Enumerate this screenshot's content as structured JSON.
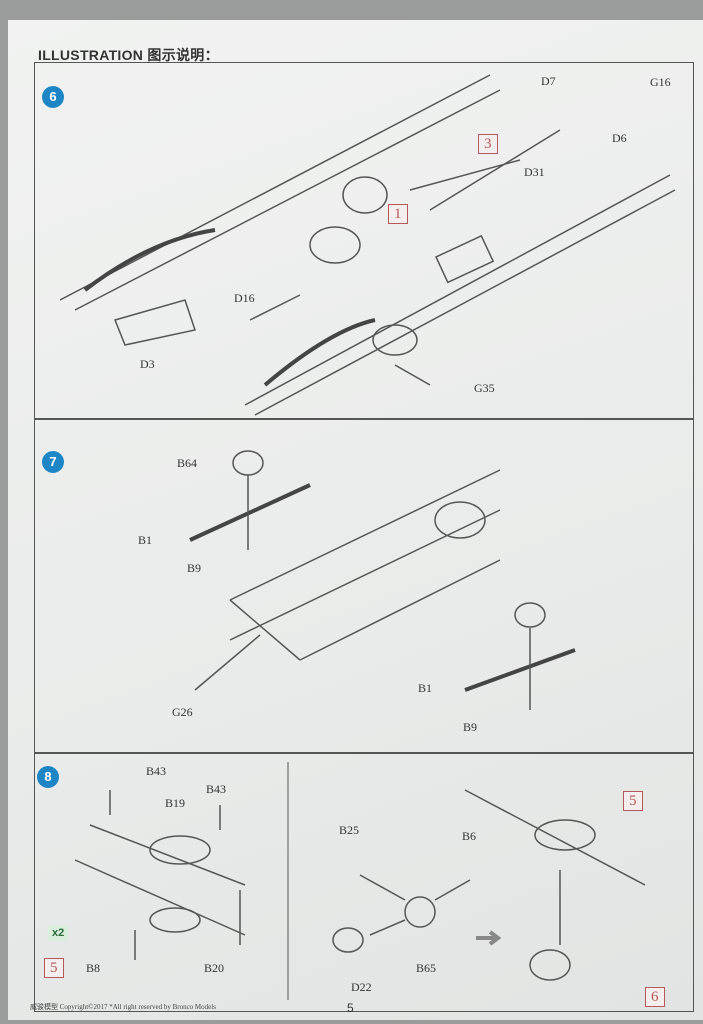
{
  "header": {
    "title": "ILLUSTRATION 图示说明："
  },
  "steps": [
    {
      "number": "6",
      "parts": {
        "d7": "D7",
        "g16": "G16",
        "d6": "D6",
        "d31": "D31",
        "d16": "D16",
        "d3": "D3",
        "g35": "G35"
      },
      "refs": {
        "r3": "3",
        "r1": "1"
      }
    },
    {
      "number": "7",
      "parts": {
        "b64": "B64",
        "b1a": "B1",
        "b9a": "B9",
        "g26": "G26",
        "b1b": "B1",
        "b9b": "B9"
      }
    },
    {
      "number": "8",
      "parts": {
        "b43a": "B43",
        "b19": "B19",
        "b43b": "B43",
        "b8": "B8",
        "b20": "B20",
        "b25": "B25",
        "b6": "B6",
        "d22": "D22",
        "b65": "B65"
      },
      "quantity": "x2",
      "refs": {
        "r5a": "5",
        "r5b": "5",
        "r6": "6"
      }
    }
  ],
  "footer": {
    "copyright": "威骏模型  Copyright©2017  *All right reserved by Bronco Models",
    "page_number": "5"
  },
  "colors": {
    "step_badge": "#1f86c6",
    "ref_box": "#b5585a"
  }
}
